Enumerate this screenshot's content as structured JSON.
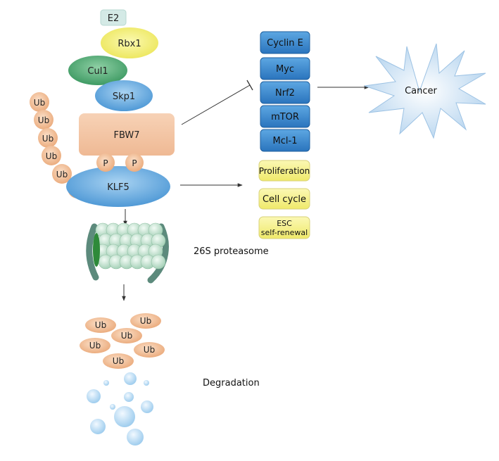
{
  "complex": {
    "e2": "E2",
    "rbx1": "Rbx1",
    "cul1": "Cul1",
    "skp1": "Skp1",
    "fbw7": "FBW7",
    "phospho": [
      "P",
      "P"
    ],
    "klf5": "KLF5"
  },
  "ubiquitin_label": "Ub",
  "targets": [
    "Cyclin E",
    "Myc",
    "Nrf2",
    "mTOR",
    "Mcl-1"
  ],
  "klf5_functions": {
    "proliferation": "Proliferation",
    "cell_cycle": "Cell cycle",
    "esc_line1": "ESC",
    "esc_line2": "self-renewal"
  },
  "outcome": "Cancer",
  "proteasome_label": "26S proteasome",
  "degradation_label": "Degradation",
  "colors": {
    "e2": "#d4eae6",
    "rbx1": "#f2ef72",
    "cul1": "#5eb27a",
    "skp1": "#5fa7dd",
    "fbw7": "#f4c5a3",
    "klf5": "#5fa7dd",
    "ubiquitin": "#f2b484",
    "target_box": "#2f7fc6",
    "function_box": "#f5f08a",
    "cancer_burst": "#d7e8f6",
    "proteasome_ring": "#5c8a7c",
    "proteasome_ball": "#bde0cc"
  }
}
